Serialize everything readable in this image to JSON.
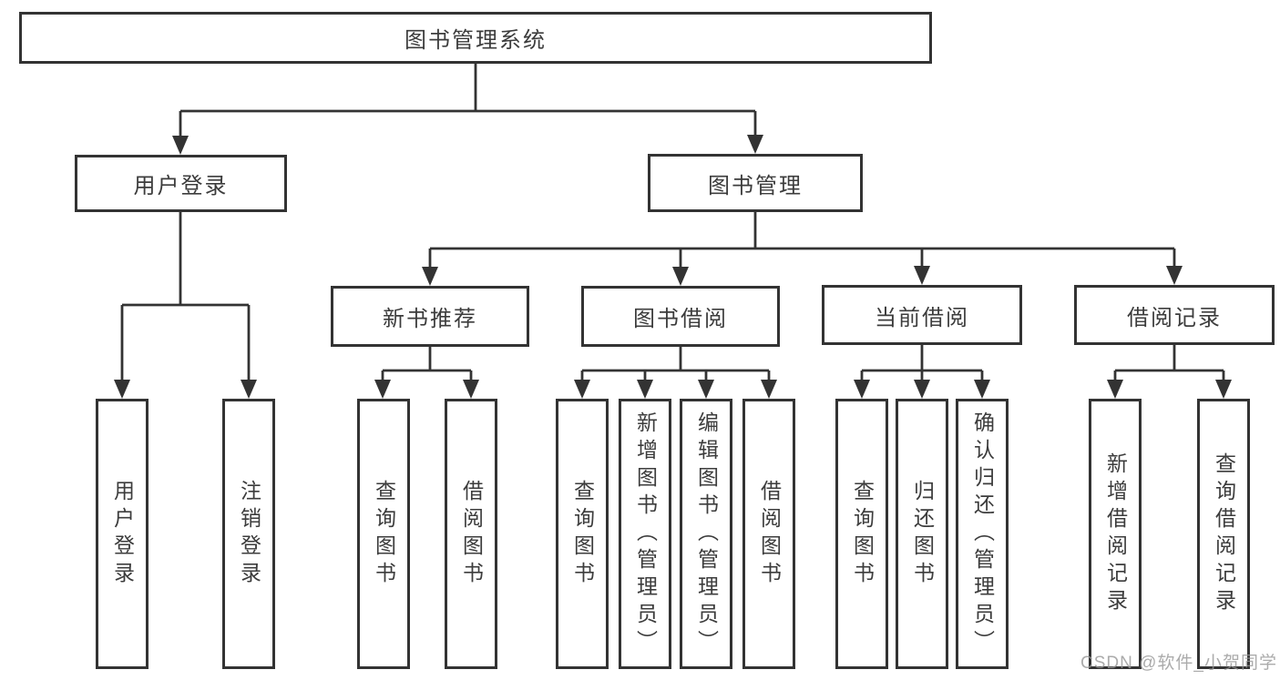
{
  "diagram": {
    "root": {
      "label": "图书管理系统"
    },
    "login": {
      "label": "用户登录",
      "children": [
        {
          "label": "用户登录"
        },
        {
          "label": "注销登录"
        }
      ]
    },
    "management": {
      "label": "图书管理",
      "sections": [
        {
          "label": "新书推荐",
          "children": [
            {
              "label": "查询图书"
            },
            {
              "label": "借阅图书"
            }
          ]
        },
        {
          "label": "图书借阅",
          "children": [
            {
              "label": "查询图书"
            },
            {
              "label": "新增图书（管理员）"
            },
            {
              "label": "编辑图书（管理员）"
            },
            {
              "label": "借阅图书"
            }
          ]
        },
        {
          "label": "当前借阅",
          "children": [
            {
              "label": "查询图书"
            },
            {
              "label": "归还图书"
            },
            {
              "label": "确认归还（管理员）"
            }
          ]
        },
        {
          "label": "借阅记录",
          "children": [
            {
              "label": "新增借阅记录"
            },
            {
              "label": "查询借阅记录"
            }
          ]
        }
      ]
    },
    "colors": {
      "line": "#333333",
      "text": "#3c3c3c",
      "background": "#ffffff",
      "watermark": "#969696"
    },
    "watermark": "CSDN @软件_小贺同学"
  }
}
